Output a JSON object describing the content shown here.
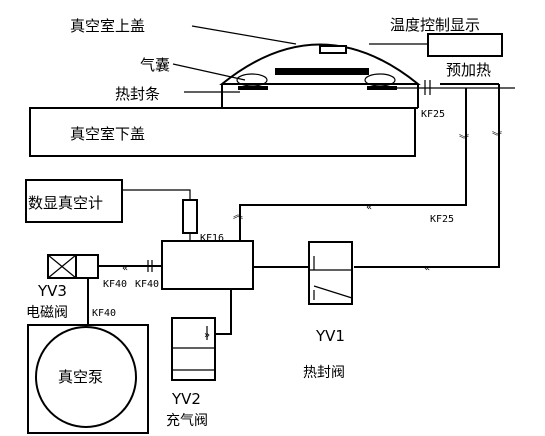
{
  "labels": {
    "chamber_lid_upper": "真空室上盖",
    "chamber_lid_lower": "真空室下盖",
    "airbag": "气囊",
    "heat_seal_strip": "热封条",
    "temp_control_display": "温度控制显示",
    "preheat": "预加热",
    "vacuum_gauge": "数显真空计",
    "vacuum_pump": "真空泵",
    "yv1_tag": "YV1",
    "yv1_name": "热封阀",
    "yv2_tag": "YV2",
    "yv2_name": "充气阀",
    "yv3_tag": "YV3",
    "yv3_name": "电磁阀"
  },
  "fittings": {
    "kf25_top": "KF25",
    "kf25_mid": "KF25",
    "kf16": "KF16",
    "kf40_a": "KF40",
    "kf40_b": "KF40",
    "kf40_c": "KF40"
  },
  "flow_marks": {
    "double_left": "《",
    "double_right": "》"
  }
}
